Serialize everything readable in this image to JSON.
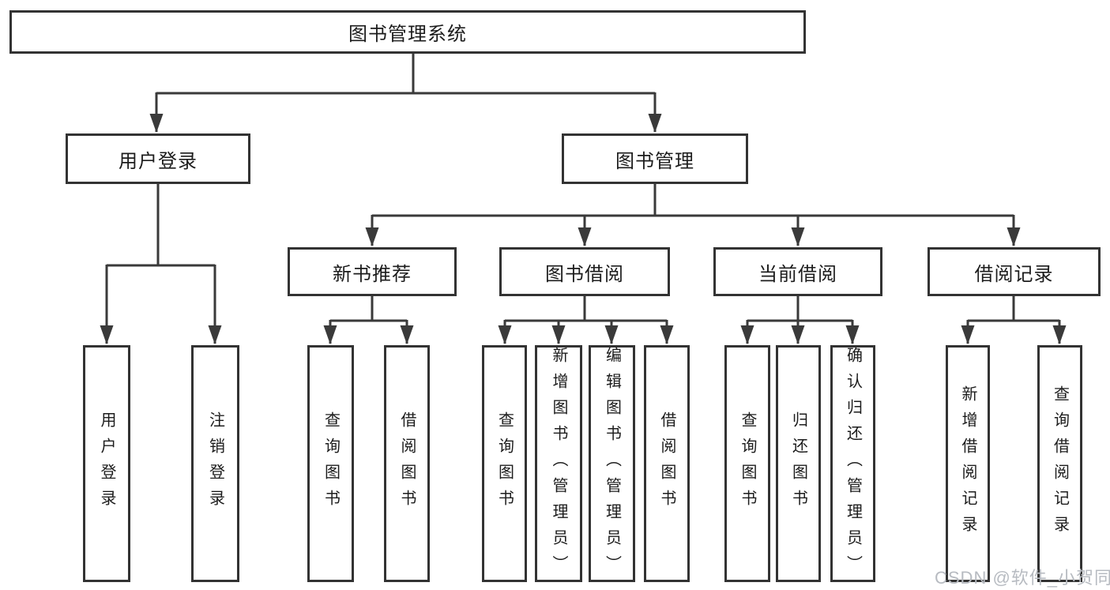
{
  "root": {
    "label": "图书管理系统"
  },
  "login": {
    "label": "用户登录",
    "children": [
      {
        "label": "用户登录"
      },
      {
        "label": "注销登录"
      }
    ]
  },
  "management": {
    "label": "图书管理",
    "groups": [
      {
        "label": "新书推荐",
        "children": [
          {
            "label": "查询图书"
          },
          {
            "label": "借阅图书"
          }
        ]
      },
      {
        "label": "图书借阅",
        "children": [
          {
            "label": "查询图书"
          },
          {
            "label": "新增图书（管理员）"
          },
          {
            "label": "编辑图书（管理员）"
          },
          {
            "label": "借阅图书"
          }
        ]
      },
      {
        "label": "当前借阅",
        "children": [
          {
            "label": "查询图书"
          },
          {
            "label": "归还图书"
          },
          {
            "label": "确认归还（管理员）"
          }
        ]
      },
      {
        "label": "借阅记录",
        "children": [
          {
            "label": "新增借阅记录"
          },
          {
            "label": "查询借阅记录"
          }
        ]
      }
    ]
  },
  "watermark": {
    "text": "CSDN @软件_小贺同学"
  },
  "colors": {
    "line": "#3a3a3a",
    "border": "#333333",
    "text": "#1c1c1c",
    "watermark_text": "#b7bbc1",
    "background": "#ffffff"
  }
}
